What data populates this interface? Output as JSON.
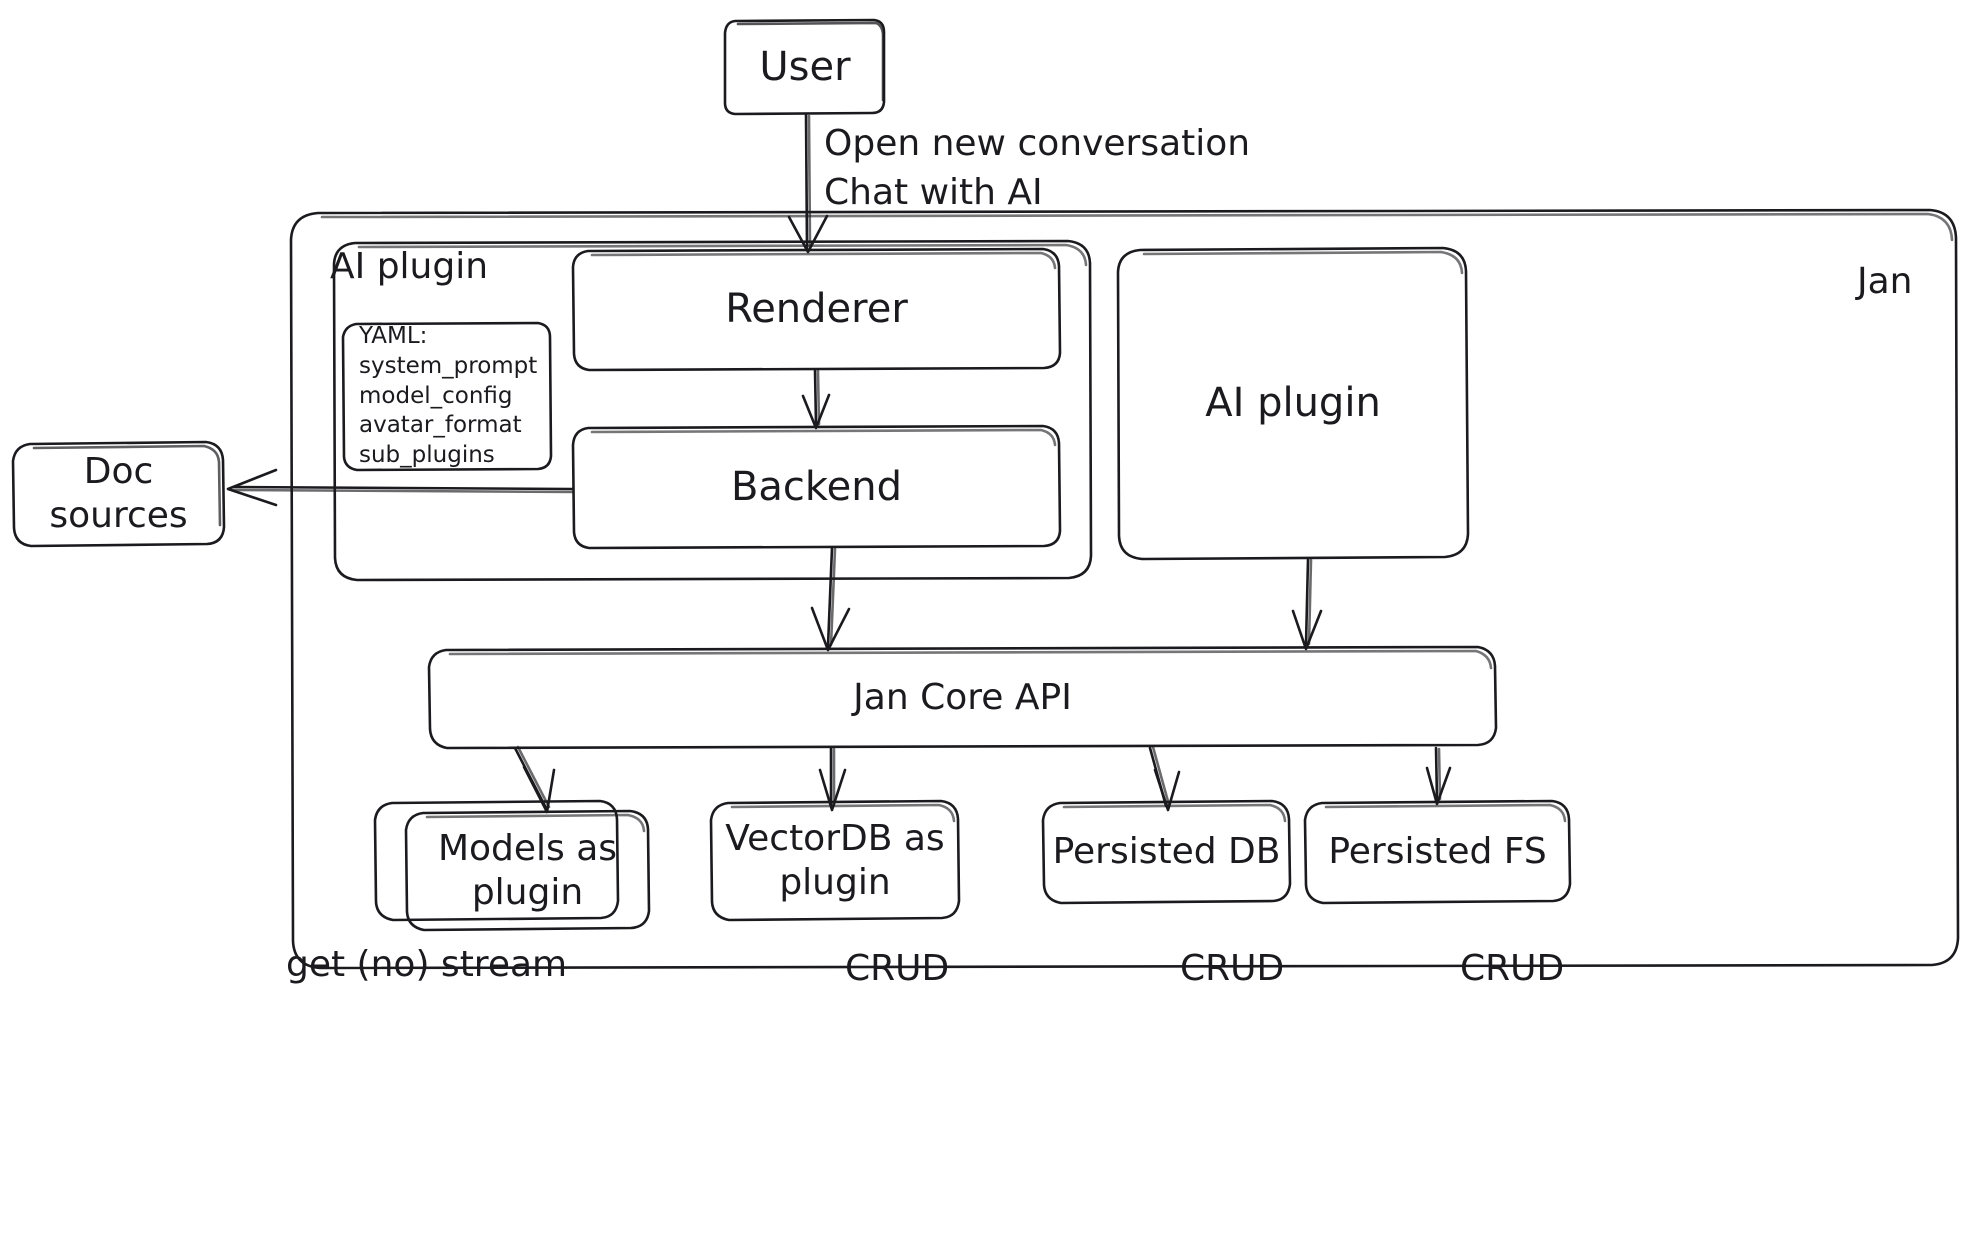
{
  "diagram": {
    "title_label": "Jan",
    "style": "hand-drawn architecture diagram",
    "stroke_color": "#1b1b1f",
    "background_color": "#ffffff"
  },
  "containers": {
    "jan": {
      "label": "Jan"
    },
    "ai_plugin_group": {
      "label": "AI plugin"
    }
  },
  "nodes": {
    "user": {
      "label": "User"
    },
    "renderer": {
      "label": "Renderer"
    },
    "backend": {
      "label": "Backend"
    },
    "ai_plugin_right": {
      "label": "AI plugin"
    },
    "doc_sources": {
      "label": "Doc sources"
    },
    "jan_core_api": {
      "label": "Jan Core API"
    },
    "models_plugin": {
      "label": "Models as\nplugin"
    },
    "vectordb_plugin": {
      "label": "VectorDB as\nplugin"
    },
    "persisted_db": {
      "label": "Persisted DB"
    },
    "persisted_fs": {
      "label": "Persisted FS"
    }
  },
  "yaml_card": {
    "heading": "YAML:",
    "lines": [
      "system_prompt",
      "model_config",
      "avatar_format",
      "sub_plugins"
    ]
  },
  "edge_labels": {
    "user_to_renderer": "Open new conversation\nChat with AI",
    "core_to_models": "get (no) stream",
    "core_to_vectordb": "CRUD",
    "core_to_persisted_db": "CRUD",
    "core_to_persisted_fs": "CRUD"
  }
}
